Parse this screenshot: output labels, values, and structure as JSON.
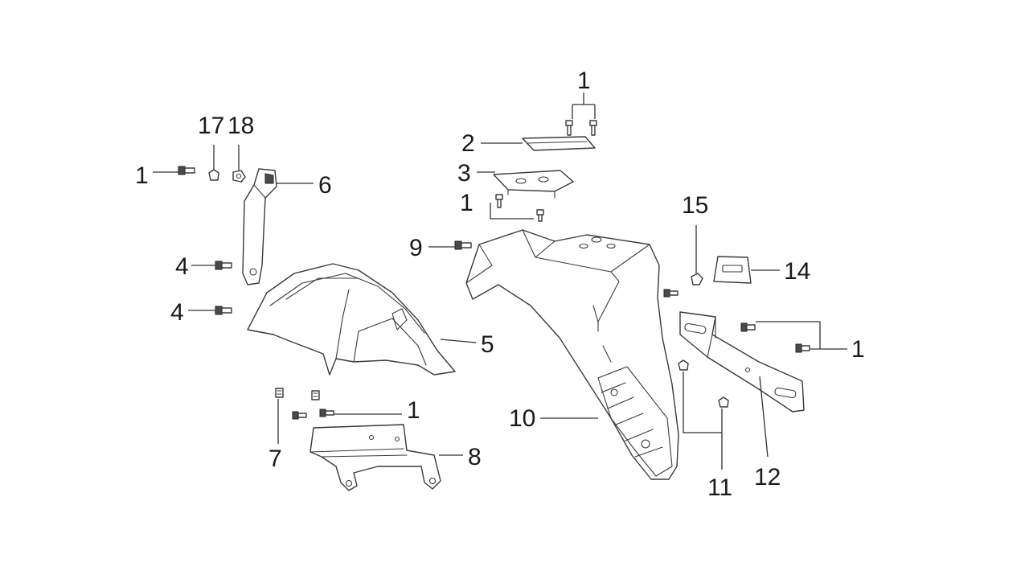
{
  "callouts": {
    "c1_top": "1",
    "c2": "2",
    "c3": "3",
    "c1_mid": "1",
    "c9": "9",
    "c15": "15",
    "c14": "14",
    "c1_right": "1",
    "c10": "10",
    "c11": "11",
    "c12": "12",
    "c17": "17",
    "c18": "18",
    "c1_left": "1",
    "c6": "6",
    "c4_a": "4",
    "c4_b": "4",
    "c5": "5",
    "c1_bottom": "1",
    "c7": "7",
    "c8": "8"
  },
  "colors": {
    "line": "#3a3a3a",
    "text": "#1a1a1a",
    "background": "#ffffff"
  }
}
